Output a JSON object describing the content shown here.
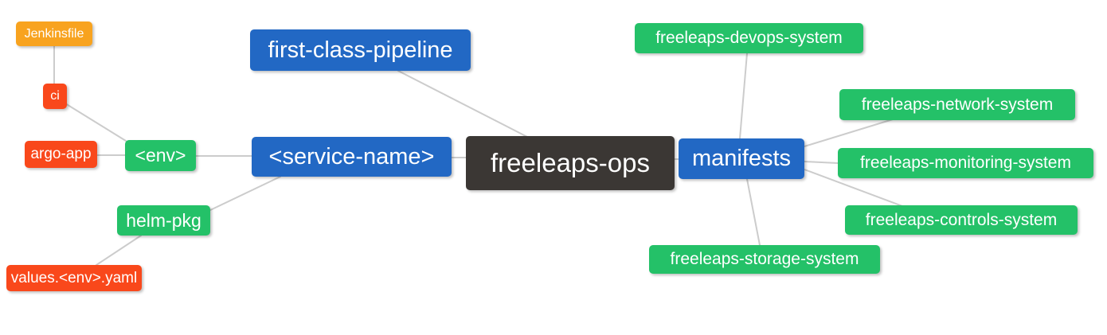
{
  "diagram": {
    "type": "mindmap",
    "root_label": "freeleaps-ops",
    "colors": {
      "blue": "#2268c4",
      "green": "#24c168",
      "orange": "#f8a31f",
      "red": "#f9481b",
      "dark": "#3b3734",
      "edge": "#cccccc",
      "background": "#ffffff",
      "text": "#ffffff"
    },
    "nodes": [
      {
        "id": "jenkinsfile",
        "label": "Jenkinsfile",
        "role": "orange"
      },
      {
        "id": "ci",
        "label": "ci",
        "role": "red"
      },
      {
        "id": "argo-app",
        "label": "argo-app",
        "role": "red"
      },
      {
        "id": "env",
        "label": "<env>",
        "role": "green"
      },
      {
        "id": "helm-pkg",
        "label": "helm-pkg",
        "role": "green"
      },
      {
        "id": "values-env-yaml",
        "label": "values.<env>.yaml",
        "role": "red"
      },
      {
        "id": "first-class-pipeline",
        "label": "first-class-pipeline",
        "role": "blue"
      },
      {
        "id": "service-name",
        "label": "<service-name>",
        "role": "blue"
      },
      {
        "id": "freeleaps-ops",
        "label": "freeleaps-ops",
        "role": "dark"
      },
      {
        "id": "manifests",
        "label": "manifests",
        "role": "blue"
      },
      {
        "id": "freeleaps-devops-system",
        "label": "freeleaps-devops-system",
        "role": "green"
      },
      {
        "id": "freeleaps-network-system",
        "label": "freeleaps-network-system",
        "role": "green"
      },
      {
        "id": "freeleaps-monitoring-system",
        "label": "freeleaps-monitoring-system",
        "role": "green"
      },
      {
        "id": "freeleaps-controls-system",
        "label": "freeleaps-controls-system",
        "role": "green"
      },
      {
        "id": "freeleaps-storage-system",
        "label": "freeleaps-storage-system",
        "role": "green"
      }
    ],
    "edges": [
      {
        "from": "jenkinsfile",
        "to": "ci"
      },
      {
        "from": "ci",
        "to": "env"
      },
      {
        "from": "argo-app",
        "to": "env"
      },
      {
        "from": "env",
        "to": "service-name"
      },
      {
        "from": "helm-pkg",
        "to": "service-name"
      },
      {
        "from": "values-env-yaml",
        "to": "helm-pkg"
      },
      {
        "from": "first-class-pipeline",
        "to": "freeleaps-ops"
      },
      {
        "from": "service-name",
        "to": "freeleaps-ops"
      },
      {
        "from": "freeleaps-ops",
        "to": "manifests"
      },
      {
        "from": "manifests",
        "to": "freeleaps-devops-system"
      },
      {
        "from": "manifests",
        "to": "freeleaps-network-system"
      },
      {
        "from": "manifests",
        "to": "freeleaps-monitoring-system"
      },
      {
        "from": "manifests",
        "to": "freeleaps-controls-system"
      },
      {
        "from": "manifests",
        "to": "freeleaps-storage-system"
      }
    ]
  }
}
